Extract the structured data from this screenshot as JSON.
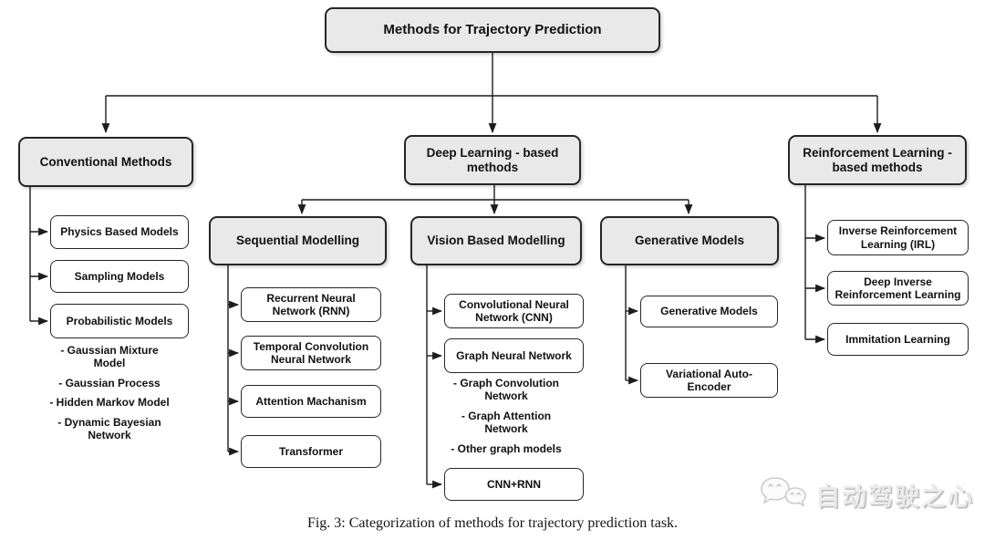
{
  "root": {
    "label": "Methods for Trajectory Prediction"
  },
  "branches": {
    "conventional": {
      "label": "Conventional Methods",
      "children": {
        "physics": "Physics Based Models",
        "sampling": "Sampling Models",
        "probabilistic": "Probabilistic Models"
      },
      "probabilistic_sub": [
        "- Gaussian Mixture Model",
        "- Gaussian Process",
        "- Hidden Markov Model",
        "- Dynamic Bayesian Network"
      ]
    },
    "deep_learning": {
      "label": "Deep Learning - based methods",
      "groups": {
        "sequential": {
          "label": "Sequential Modelling",
          "children": [
            "Recurrent Neural Network (RNN)",
            "Temporal Convolution Neural Network",
            "Attention Machanism",
            "Transformer"
          ]
        },
        "vision": {
          "label": "Vision Based Modelling",
          "children": [
            "Convolutional Neural Network (CNN)",
            "Graph Neural Network",
            "CNN+RNN"
          ],
          "graph_sub": [
            "- Graph Convolution Network",
            "- Graph Attention Network",
            "- Other graph models"
          ]
        },
        "generative": {
          "label": "Generative Models",
          "children": [
            "Generative Models",
            "Variational Auto-Encoder"
          ]
        }
      }
    },
    "reinforcement": {
      "label": "Reinforcement Learning - based methods",
      "children": [
        "Inverse Reinforcement Learning (IRL)",
        "Deep Inverse Reinforcement Learning",
        "Immitation Learning"
      ]
    }
  },
  "caption": "Fig. 3: Categorization of methods for trajectory prediction task.",
  "watermark": {
    "text": "自动驾驶之心"
  },
  "colors": {
    "header_fill": "#e9e9e9",
    "child_fill": "#ffffff",
    "border": "#262626",
    "line": "#1c1c1c",
    "watermark_gray": "#ebebeb"
  }
}
